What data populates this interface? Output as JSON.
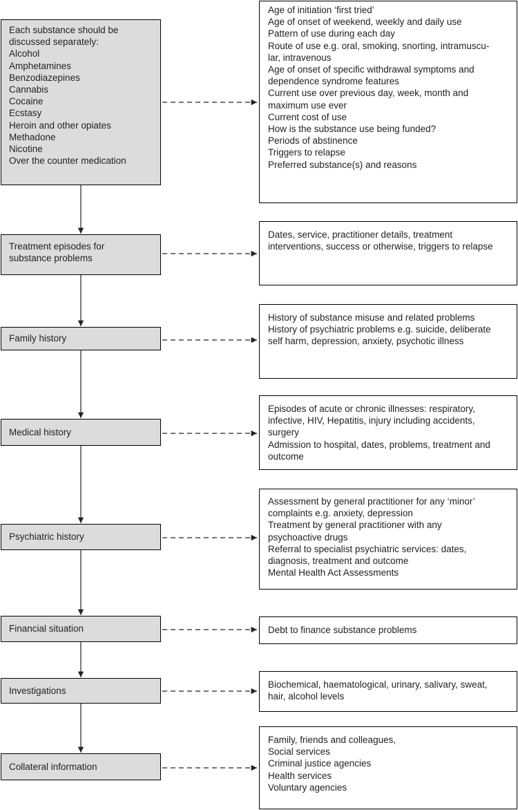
{
  "diagram": {
    "steps": [
      {
        "label_lines": [
          "Each substance should be",
          "discussed separately:",
          "Alcohol",
          "Amphetamines",
          "Benzodiazepines",
          "Cannabis",
          "Cocaine",
          "Ecstasy",
          "Heroin and other opiates",
          "Methadone",
          "Nicotine",
          "Over the counter medication"
        ],
        "detail_lines": [
          "Age of initiation ‘first tried’",
          "Age of onset of weekend, weekly and daily use",
          "Pattern of use during each day",
          "Route of use e.g. oral, smoking, snorting, intramuscu-",
          "lar, intravenous",
          "Age of onset of specific withdrawal symptoms and",
          "dependence syndrome features",
          "Current use over previous day, week, month and",
          "maximum use ever",
          "Current cost of use",
          "How is the substance use being funded?",
          "Periods of abstinence",
          "Triggers to relapse",
          "Preferred substance(s) and reasons"
        ]
      },
      {
        "label_lines": [
          "Treatment episodes for",
          "substance problems"
        ],
        "detail_lines": [
          "Dates, service, practitioner details, treatment",
          "interventions, success or otherwise, triggers to relapse"
        ]
      },
      {
        "label_lines": [
          "Family history"
        ],
        "detail_lines": [
          "History of substance misuse and related problems",
          "History of psychiatric problems e.g. suicide, deliberate",
          "self harm, depression, anxiety, psychotic illness"
        ]
      },
      {
        "label_lines": [
          "Medical history"
        ],
        "detail_lines": [
          "Episodes of acute or chronic illnesses: respiratory,",
          "infective, HIV, Hepatitis, injury including accidents,",
          "surgery",
          "Admission to hospital, dates, problems, treatment and",
          "outcome"
        ]
      },
      {
        "label_lines": [
          "Psychiatric history"
        ],
        "detail_lines": [
          "Assessment by general practitioner for any ‘minor’",
          "complaints e.g. anxiety, depression",
          "Treatment by general practitioner with any",
          "psychoactive drugs",
          "Referral to specialist psychiatric services: dates,",
          "diagnosis, treatment and outcome",
          "Mental Health Act Assessments"
        ]
      },
      {
        "label_lines": [
          "Financial situation"
        ],
        "detail_lines": [
          "Debt to finance substance problems"
        ]
      },
      {
        "label_lines": [
          "Investigations"
        ],
        "detail_lines": [
          "Biochemical, haematological, urinary, salivary, sweat,",
          "hair, alcohol levels"
        ]
      },
      {
        "label_lines": [
          "Collateral information"
        ],
        "detail_lines": [
          "Family, friends and colleagues,",
          "Social services",
          "Criminal justice agencies",
          "Health services",
          "Voluntary agencies"
        ]
      }
    ]
  }
}
